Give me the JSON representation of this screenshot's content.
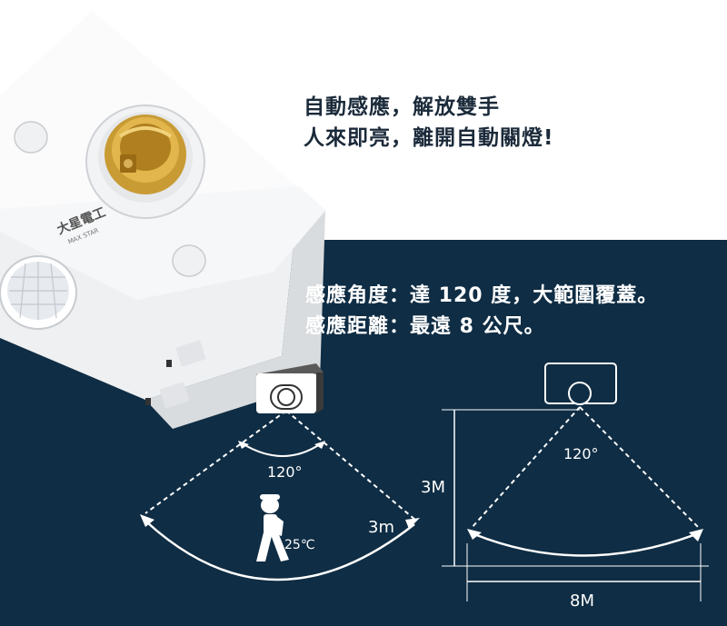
{
  "headline": {
    "line1": "自動感應，解放雙手",
    "line2": "人來即亮，離開自動關燈!"
  },
  "product": {
    "brand_cn": "大星電工",
    "brand_en": "MAX STAR"
  },
  "specs": {
    "line1": "感應角度：達 120 度，大範圍覆蓋。",
    "line2": "感應距離：最遠 8 公尺。"
  },
  "side_diagram": {
    "angle_label": "120°",
    "temp_label": "25℃",
    "distance_label": "3m"
  },
  "top_diagram": {
    "angle_label": "120°",
    "height_label": "3M",
    "width_label": "8M"
  },
  "colors": {
    "navy_background": "#0f2d44",
    "headline_text": "#1b2a3a",
    "white": "#ffffff"
  }
}
